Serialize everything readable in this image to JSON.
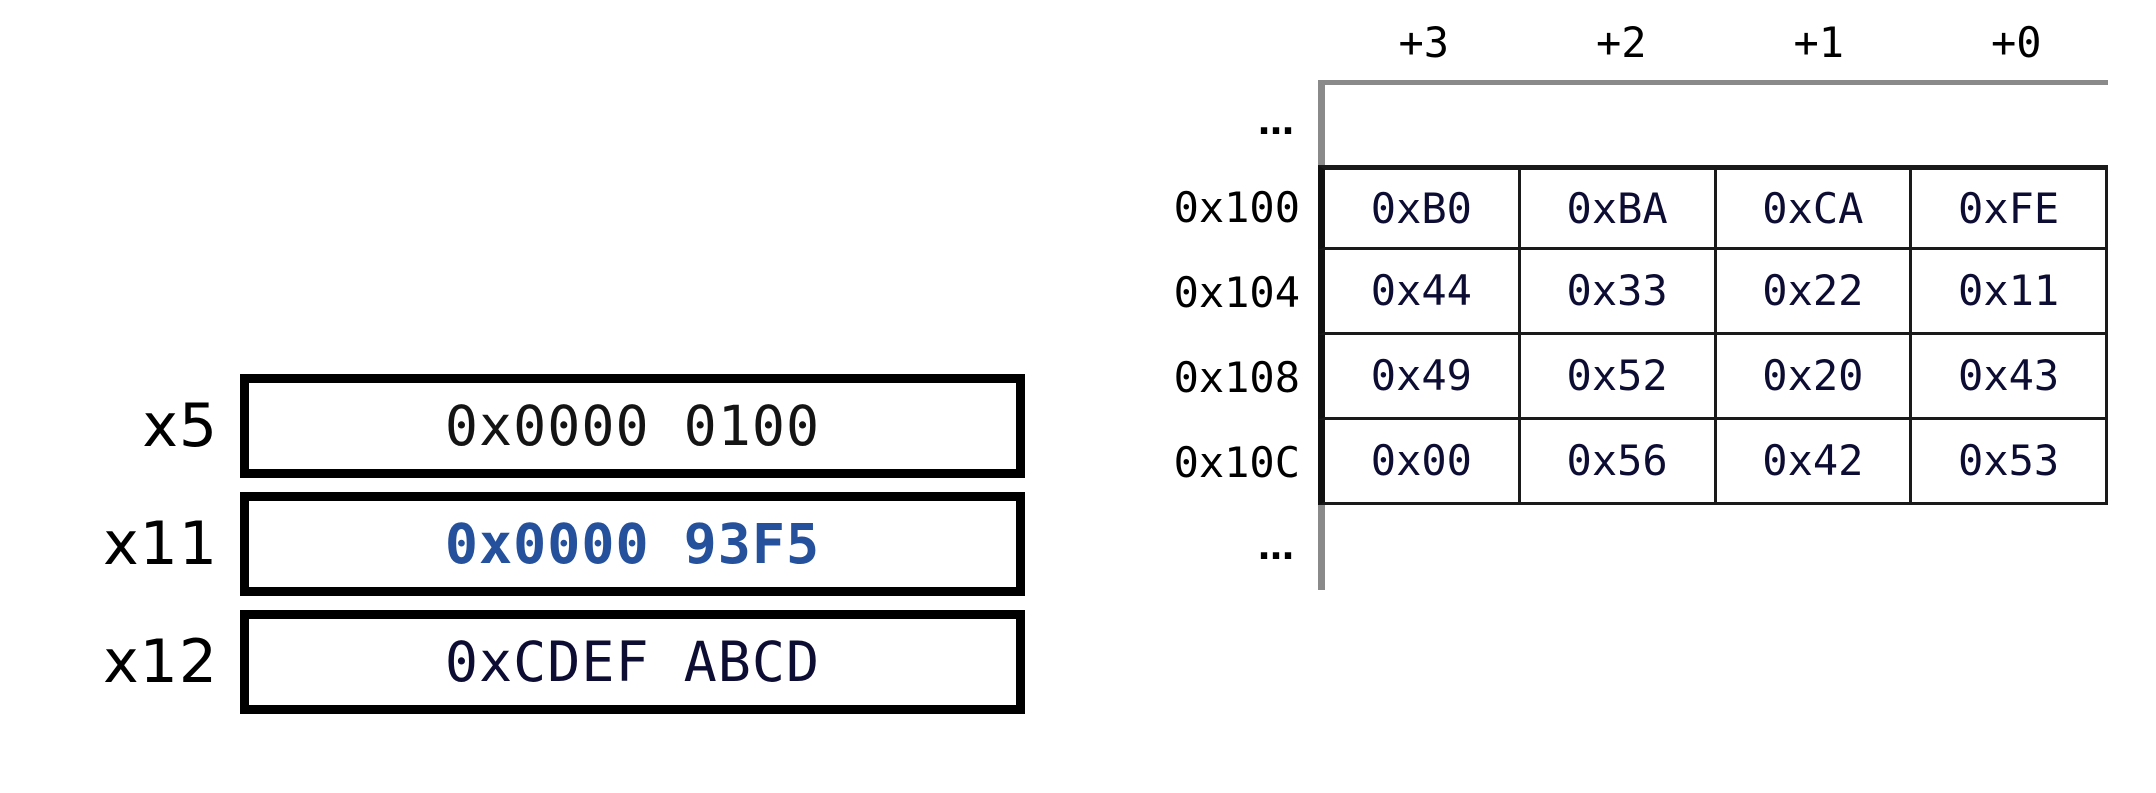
{
  "registers": {
    "rows": [
      {
        "label": "x5",
        "value": "0x0000 0100",
        "style": "plain"
      },
      {
        "label": "x11",
        "value": "0x0000 93F5",
        "style": "highlight"
      },
      {
        "label": "x12",
        "value": "0xCDEF ABCD",
        "style": "normal"
      }
    ],
    "highlight_color": "#24509C",
    "value_color": "#0D0D33",
    "border_color": "#000000"
  },
  "memory": {
    "column_headers": [
      "+3",
      "+2",
      "+1",
      "+0"
    ],
    "ellipsis_top": "…",
    "ellipsis_bottom": "…",
    "rows": [
      {
        "address": "0x100",
        "bytes": [
          "0xB0",
          "0xBA",
          "0xCA",
          "0xFE"
        ]
      },
      {
        "address": "0x104",
        "bytes": [
          "0x44",
          "0x33",
          "0x22",
          "0x11"
        ]
      },
      {
        "address": "0x108",
        "bytes": [
          "0x49",
          "0x52",
          "0x20",
          "0x43"
        ]
      },
      {
        "address": "0x10C",
        "bytes": [
          "0x00",
          "0x56",
          "0x42",
          "0x53"
        ]
      }
    ],
    "cell_text_color": "#0D0D33",
    "grid_color": "#1A1A1A",
    "partial_color": "#8A8A8A"
  }
}
